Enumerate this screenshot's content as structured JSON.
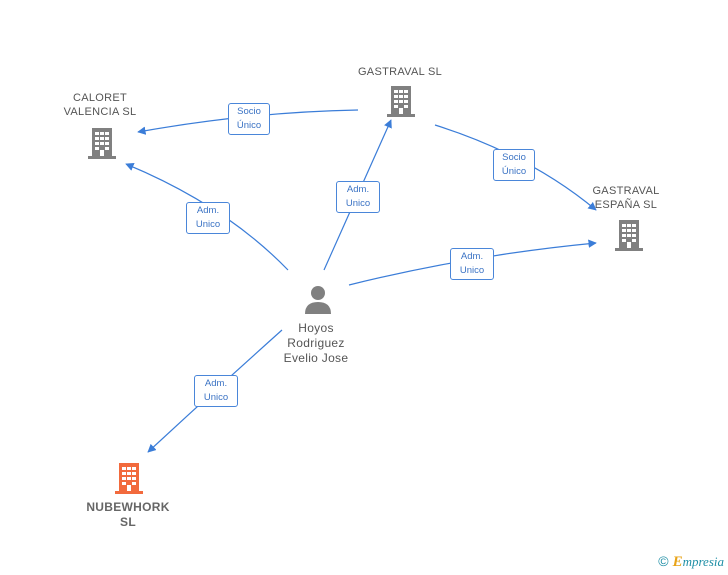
{
  "nodes": {
    "caloret": {
      "label": "CALORET\nVALENCIA SL",
      "kind": "company",
      "color": "#808080"
    },
    "gastraval": {
      "label": "GASTRAVAL SL",
      "kind": "company",
      "color": "#808080"
    },
    "gastraval_espana": {
      "label": "GASTRAVAL\nESPAÑA SL",
      "kind": "company",
      "color": "#808080"
    },
    "nubewhork": {
      "label": "NUBEWHORK\nSL",
      "kind": "company",
      "color": "#f26a3d"
    },
    "person": {
      "label": "Hoyos\nRodriguez\nEvelio Jose",
      "kind": "person",
      "color": "#808080"
    }
  },
  "edges": [
    {
      "from": "gastraval",
      "to": "caloret",
      "label": "Socio\nÚnico"
    },
    {
      "from": "gastraval",
      "to": "gastraval_espana",
      "label": "Socio\nÚnico"
    },
    {
      "from": "person",
      "to": "caloret",
      "label": "Adm.\nUnico"
    },
    {
      "from": "person",
      "to": "gastraval",
      "label": "Adm.\nUnico"
    },
    {
      "from": "person",
      "to": "gastraval_espana",
      "label": "Adm.\nUnico"
    },
    {
      "from": "person",
      "to": "nubewhork",
      "label": "Adm.\nUnico"
    }
  ],
  "edge_color": "#3b7dd8",
  "footer": {
    "copyright": "©",
    "brand_first": "E",
    "brand_rest": "mpresia"
  }
}
